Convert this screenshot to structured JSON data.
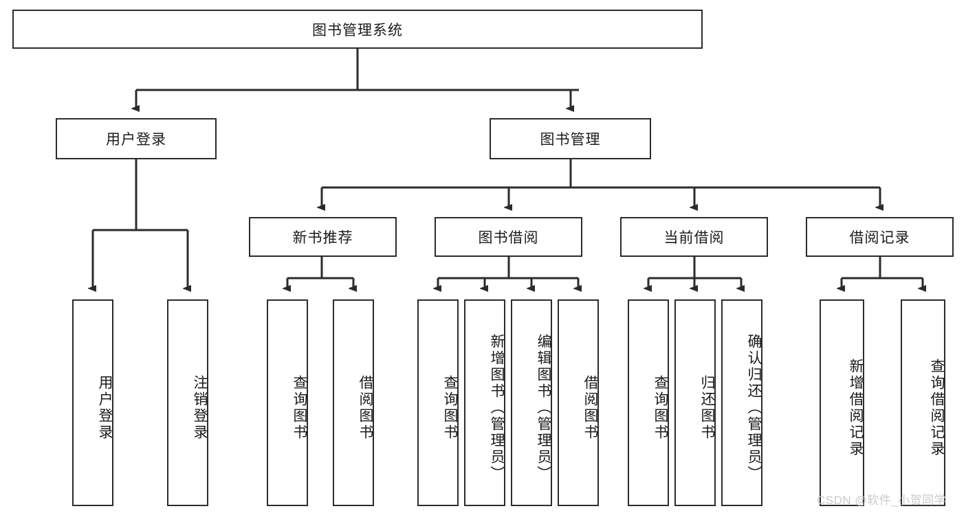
{
  "diagram": {
    "title": "图书管理系统",
    "type": "tree-hierarchy-diagram",
    "theme": {
      "background": "#ffffff",
      "node_border": "#2b2b2b",
      "node_fill": "#ffffff",
      "edge_color": "#2b2b2b",
      "text_color": "#1a1a1a",
      "watermark_color": "#c9c9c9"
    },
    "root": {
      "label": "图书管理系统"
    },
    "level1": [
      {
        "label": "用户登录"
      },
      {
        "label": "图书管理"
      }
    ],
    "level2": [
      {
        "label": "新书推荐"
      },
      {
        "label": "图书借阅"
      },
      {
        "label": "当前借阅"
      },
      {
        "label": "借阅记录"
      }
    ],
    "leaves": {
      "user_login": [
        {
          "label": "用户登录"
        },
        {
          "label": "注销登录"
        }
      ],
      "new_book_recommend": [
        {
          "label": "查询图书"
        },
        {
          "label": "借阅图书"
        }
      ],
      "book_borrow": [
        {
          "label": "查询图书"
        },
        {
          "label": "新增图书（管理员）"
        },
        {
          "label": "编辑图书（管理员）"
        },
        {
          "label": "借阅图书"
        }
      ],
      "current_borrow": [
        {
          "label": "查询图书"
        },
        {
          "label": "归还图书"
        },
        {
          "label": "确认归还（管理员）"
        }
      ],
      "borrow_record": [
        {
          "label": "新增借阅记录"
        },
        {
          "label": "查询借阅记录"
        }
      ]
    },
    "watermark": "CSDN @软件_小贺同学"
  }
}
